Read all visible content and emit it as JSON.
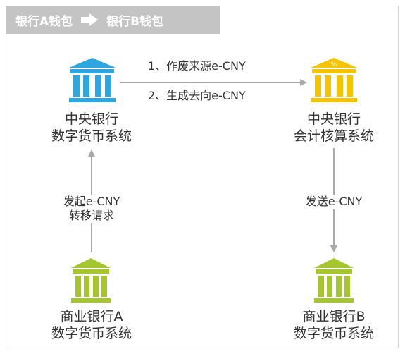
{
  "header": {
    "from": "银行A钱包",
    "to": "银行B钱包"
  },
  "nodes": {
    "central_digital": {
      "line1": "中央银行",
      "line2": "数字货币系统"
    },
    "central_accounting": {
      "line1": "中央银行",
      "line2": "会计核算系统"
    },
    "bank_a": {
      "line1": "商业银行A",
      "line2": "数字货币系统"
    },
    "bank_b": {
      "line1": "商业银行B",
      "line2": "数字货币系统"
    }
  },
  "edges": {
    "void_source": "1、作废来源e-CNY",
    "generate_target": "2、生成去向e-CNY",
    "initiate_line1": "发起e-CNY",
    "initiate_line2": "转移请求",
    "send": "发送e-CNY"
  },
  "colors": {
    "header_bg": "#c4c4c4",
    "central_digital_icon": "#2ea7e0",
    "central_accounting_icon": "#f5c400",
    "commercial_bank_icon": "#a5c62c",
    "arrow": "#a9a9a9"
  },
  "icons": {
    "central_digital": "bank-icon",
    "central_accounting": "bank-percent-icon",
    "bank_a": "bank-icon",
    "bank_b": "bank-icon"
  }
}
